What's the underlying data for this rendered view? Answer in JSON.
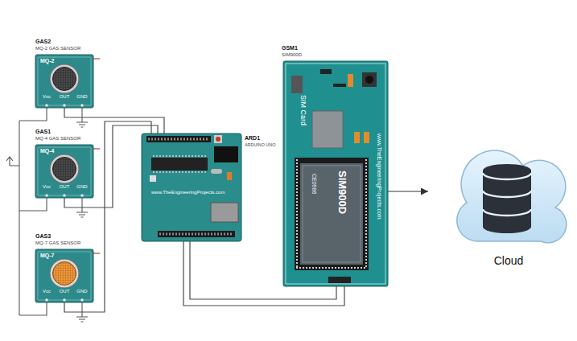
{
  "diagram": {
    "nodes": [
      {
        "text": [
          "GAS2",
          "MQ-2 GAS SENSOR",
          "MQ-2"
        ]
      },
      {
        "text": [
          "GAS1",
          "MQ-4 GAS SENSOR",
          "MQ-4"
        ]
      },
      {
        "text": [
          "GAS3",
          "MQ-7 GAS SENSOR",
          "MQ-7"
        ]
      },
      {
        "text": [
          "ARD1",
          "ARDUINO UNO",
          "www.TheEngineeringProjects.com"
        ]
      },
      {
        "text": [
          "GSM1",
          "SIM900D",
          "SIM Card",
          "CE0986",
          "SIM900D",
          "www.TheEngineeringProjects.com"
        ]
      },
      {
        "text": [
          "Cloud"
        ]
      }
    ],
    "edges": [
      {
        "from": 0,
        "to": 3,
        "arrow": "none"
      },
      {
        "from": 1,
        "to": 3,
        "arrow": "none"
      },
      {
        "from": 2,
        "to": 3,
        "arrow": "none"
      },
      {
        "from": 3,
        "to": 4,
        "arrow": "none"
      },
      {
        "from": 3,
        "to": 4,
        "arrow": "none"
      },
      {
        "from": 4,
        "to": 5,
        "arrow": "to"
      }
    ],
    "labels": [
      "Vcc",
      "OUT",
      "GND",
      "Vcc",
      "OUT",
      "GND",
      "Vcc",
      "OUT",
      "GND"
    ]
  }
}
